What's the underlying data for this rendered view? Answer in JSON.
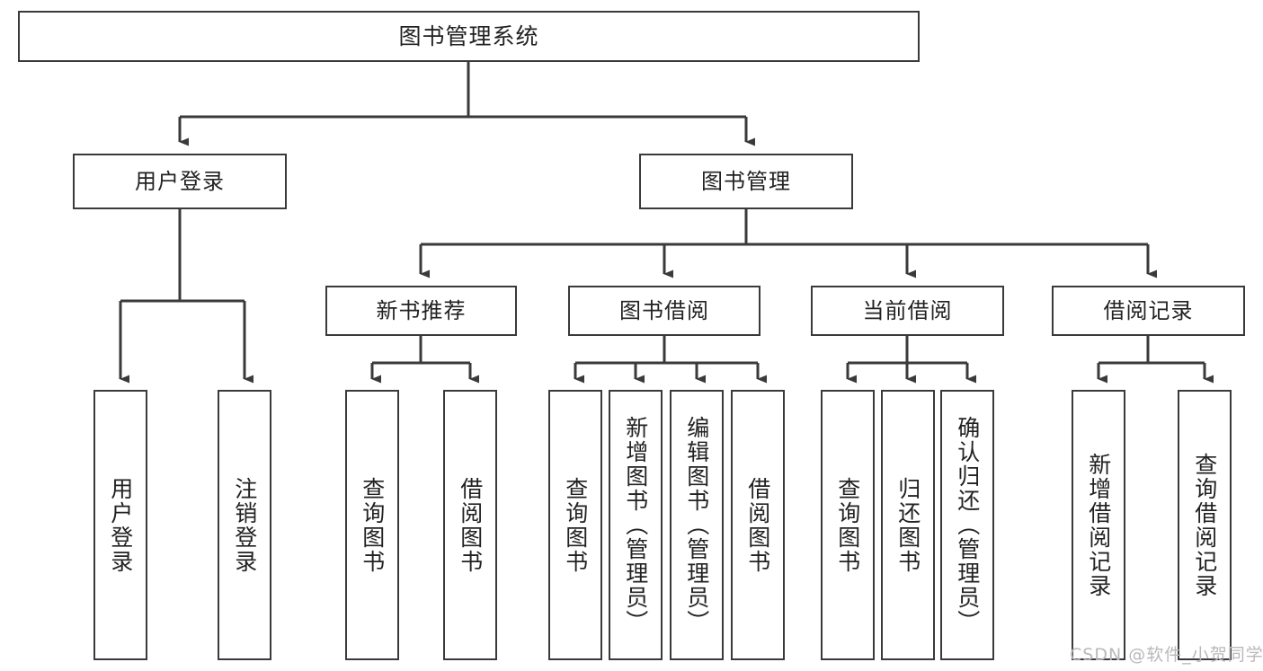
{
  "diagram": {
    "title": "图书管理系统",
    "watermark": "CSDN @软件_小贺同学",
    "colors": {
      "box_border": "#3a3a3a",
      "connector": "#3a3a3a",
      "background": "#ffffff",
      "text": "#222222",
      "watermark": "#b9b9b9"
    },
    "levels": {
      "root": {
        "label": "图书管理系统"
      },
      "level2": [
        {
          "label": "用户登录"
        },
        {
          "label": "图书管理"
        }
      ],
      "level3": [
        {
          "label": "新书推荐"
        },
        {
          "label": "图书借阅"
        },
        {
          "label": "当前借阅"
        },
        {
          "label": "借阅记录"
        }
      ],
      "leaves": {
        "user_login": [
          {
            "label": "用户登录"
          },
          {
            "label": "注销登录"
          }
        ],
        "new_book_recommend": [
          {
            "label": "查询图书"
          },
          {
            "label": "借阅图书"
          }
        ],
        "book_borrow": [
          {
            "label": "查询图书"
          },
          {
            "label": "新增图书（管理员）"
          },
          {
            "label": "编辑图书（管理员）"
          },
          {
            "label": "借阅图书"
          }
        ],
        "current_borrow": [
          {
            "label": "查询图书"
          },
          {
            "label": "归还图书"
          },
          {
            "label": "确认归还（管理员）"
          }
        ],
        "borrow_record": [
          {
            "label": "新增借阅记录"
          },
          {
            "label": "查询借阅记录"
          }
        ]
      }
    }
  }
}
